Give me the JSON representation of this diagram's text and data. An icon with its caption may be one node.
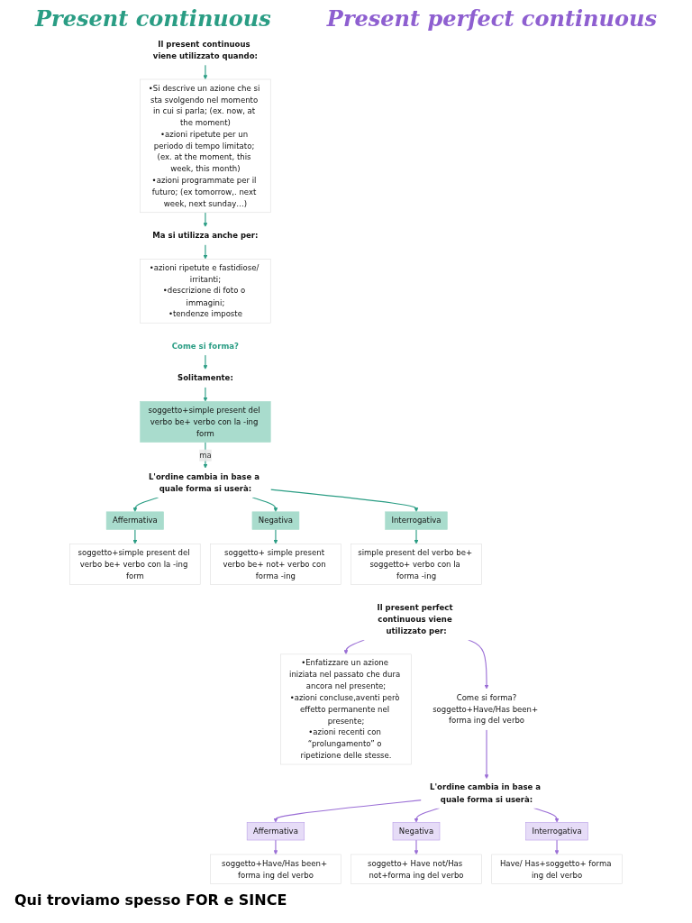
{
  "diagram": {
    "nodes": [
      {
        "text": [
          "Il present continuous viene utilizzato quando:"
        ]
      },
      {
        "text": [
          "•Si descrive un azione che si sta svolgendo nel momento in cui si parla; (ex. now, at the moment)",
          "•azioni ripetute per un periodo di tempo limitato; (ex. at the moment, this week, this month)",
          "•azioni programmate per il futuro; (ex tomorrow,. next week, next sunday…)"
        ]
      },
      {
        "text": [
          "Ma si utilizza anche per:"
        ]
      },
      {
        "text": [
          "•azioni ripetute e fastidiose/ irritanti;",
          "•descrizione di foto o immagini;",
          "•tendenze imposte"
        ]
      },
      {
        "text": [
          "Come si forma?"
        ]
      },
      {
        "text": [
          "Solitamente:"
        ]
      },
      {
        "text": [
          "soggetto+simple present del verbo be+ verbo con la -ing form"
        ]
      },
      {
        "text": [
          "L'ordine cambia in base a quale forma si userà:"
        ]
      },
      {
        "text": [
          "Affermativa"
        ]
      },
      {
        "text": [
          "Negativa"
        ]
      },
      {
        "text": [
          "Interrogativa"
        ]
      },
      {
        "text": [
          "soggetto+simple present del verbo be+ verbo con la -ing form"
        ]
      },
      {
        "text": [
          "soggetto+ simple present verbo be+ not+ verbo con forma -ing"
        ]
      },
      {
        "text": [
          "simple present del verbo be+ soggetto+ verbo con la forma -ing"
        ]
      },
      {
        "text": [
          "Il present perfect continuous viene utilizzato per:"
        ]
      },
      {
        "text": [
          "•Enfatizzare un azione iniziata nel passato che dura ancora nel presente;",
          "•azioni concluse,aventi però effetto permanente nel presente;",
          "•azioni recenti con “prolungamento” o ripetizione delle stesse."
        ]
      },
      {
        "text": [
          "Come si forma?",
          "soggetto+Have/Has been+ forma ing del verbo"
        ]
      },
      {
        "text": [
          "L'ordine cambia in base a quale forma si userà:"
        ]
      },
      {
        "text": [
          "Affermativa"
        ]
      },
      {
        "text": [
          "Negativa"
        ]
      },
      {
        "text": [
          "Interrogativa"
        ]
      },
      {
        "text": [
          "soggetto+Have/Has been+ forma ing del verbo"
        ]
      },
      {
        "text": [
          "soggetto+ Have not/Has not+forma ing del verbo"
        ]
      },
      {
        "text": [
          "Have/ Has+soggetto+ forma ing del verbo"
        ]
      }
    ],
    "edges": [
      {
        "from": 0,
        "to": 1,
        "arrow": "to"
      },
      {
        "from": 1,
        "to": 2,
        "arrow": "to"
      },
      {
        "from": 2,
        "to": 3,
        "arrow": "to"
      },
      {
        "from": 4,
        "to": 5,
        "arrow": "to"
      },
      {
        "from": 5,
        "to": 6,
        "arrow": "to"
      },
      {
        "from": 6,
        "to": 7,
        "arrow": "to",
        "label": "ma"
      },
      {
        "from": 7,
        "to": 8,
        "arrow": "to"
      },
      {
        "from": 7,
        "to": 9,
        "arrow": "to"
      },
      {
        "from": 7,
        "to": 10,
        "arrow": "to"
      },
      {
        "from": 8,
        "to": 11,
        "arrow": "to"
      },
      {
        "from": 9,
        "to": 12,
        "arrow": "to"
      },
      {
        "from": 10,
        "to": 13,
        "arrow": "to"
      },
      {
        "from": 14,
        "to": 15,
        "arrow": "to",
        "color": "#9b6fd6"
      },
      {
        "from": 14,
        "to": 16,
        "arrow": "to",
        "color": "#9b6fd6"
      },
      {
        "from": 16,
        "to": 17,
        "arrow": "to",
        "color": "#9b6fd6"
      },
      {
        "from": 17,
        "to": 18,
        "arrow": "to",
        "color": "#9b6fd6"
      },
      {
        "from": 17,
        "to": 19,
        "arrow": "to",
        "color": "#9b6fd6"
      },
      {
        "from": 17,
        "to": 20,
        "arrow": "to",
        "color": "#9b6fd6"
      },
      {
        "from": 18,
        "to": 21,
        "arrow": "to",
        "color": "#9b6fd6"
      },
      {
        "from": 19,
        "to": 22,
        "arrow": "to",
        "color": "#9b6fd6"
      },
      {
        "from": 20,
        "to": 23,
        "arrow": "to",
        "color": "#9b6fd6"
      }
    ],
    "labels": [
      "Present continuous",
      "Present perfect continuous",
      "Qui troviamo spesso FOR e SINCE"
    ]
  }
}
